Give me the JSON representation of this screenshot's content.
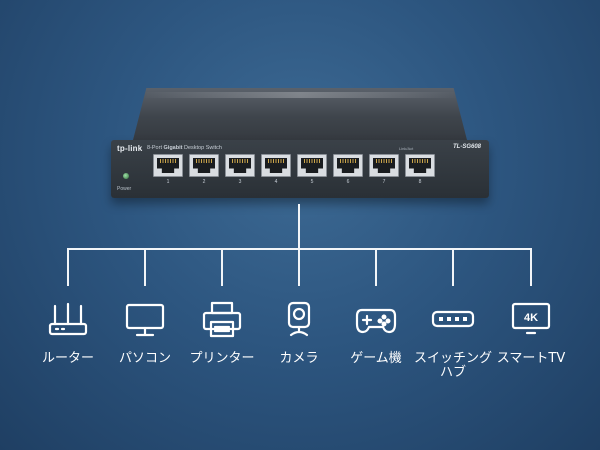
{
  "switch": {
    "brand": "tp-link",
    "description_prefix": "8-Port ",
    "description_bold": "Gigabit",
    "description_suffix": " Desktop Switch",
    "model": "TL-SG608",
    "link_act": "Link/Act",
    "power_label": "Power",
    "ports": [
      "1",
      "2",
      "3",
      "4",
      "5",
      "6",
      "7",
      "8"
    ]
  },
  "devices": [
    {
      "label": "ルーター",
      "icon": "router-icon"
    },
    {
      "label": "パソコン",
      "icon": "monitor-icon"
    },
    {
      "label": "プリンター",
      "icon": "printer-icon"
    },
    {
      "label": "カメラ",
      "icon": "camera-icon"
    },
    {
      "label": "ゲーム機",
      "icon": "gamepad-icon"
    },
    {
      "label": "スイッチング\nハブ",
      "icon": "switching-hub-icon"
    },
    {
      "label": "スマートTV",
      "icon": "smart-tv-icon",
      "icon_text": "4K"
    }
  ],
  "colors": {
    "background": "#2d5680",
    "line": "#f2f5f8",
    "text": "#ffffff"
  }
}
